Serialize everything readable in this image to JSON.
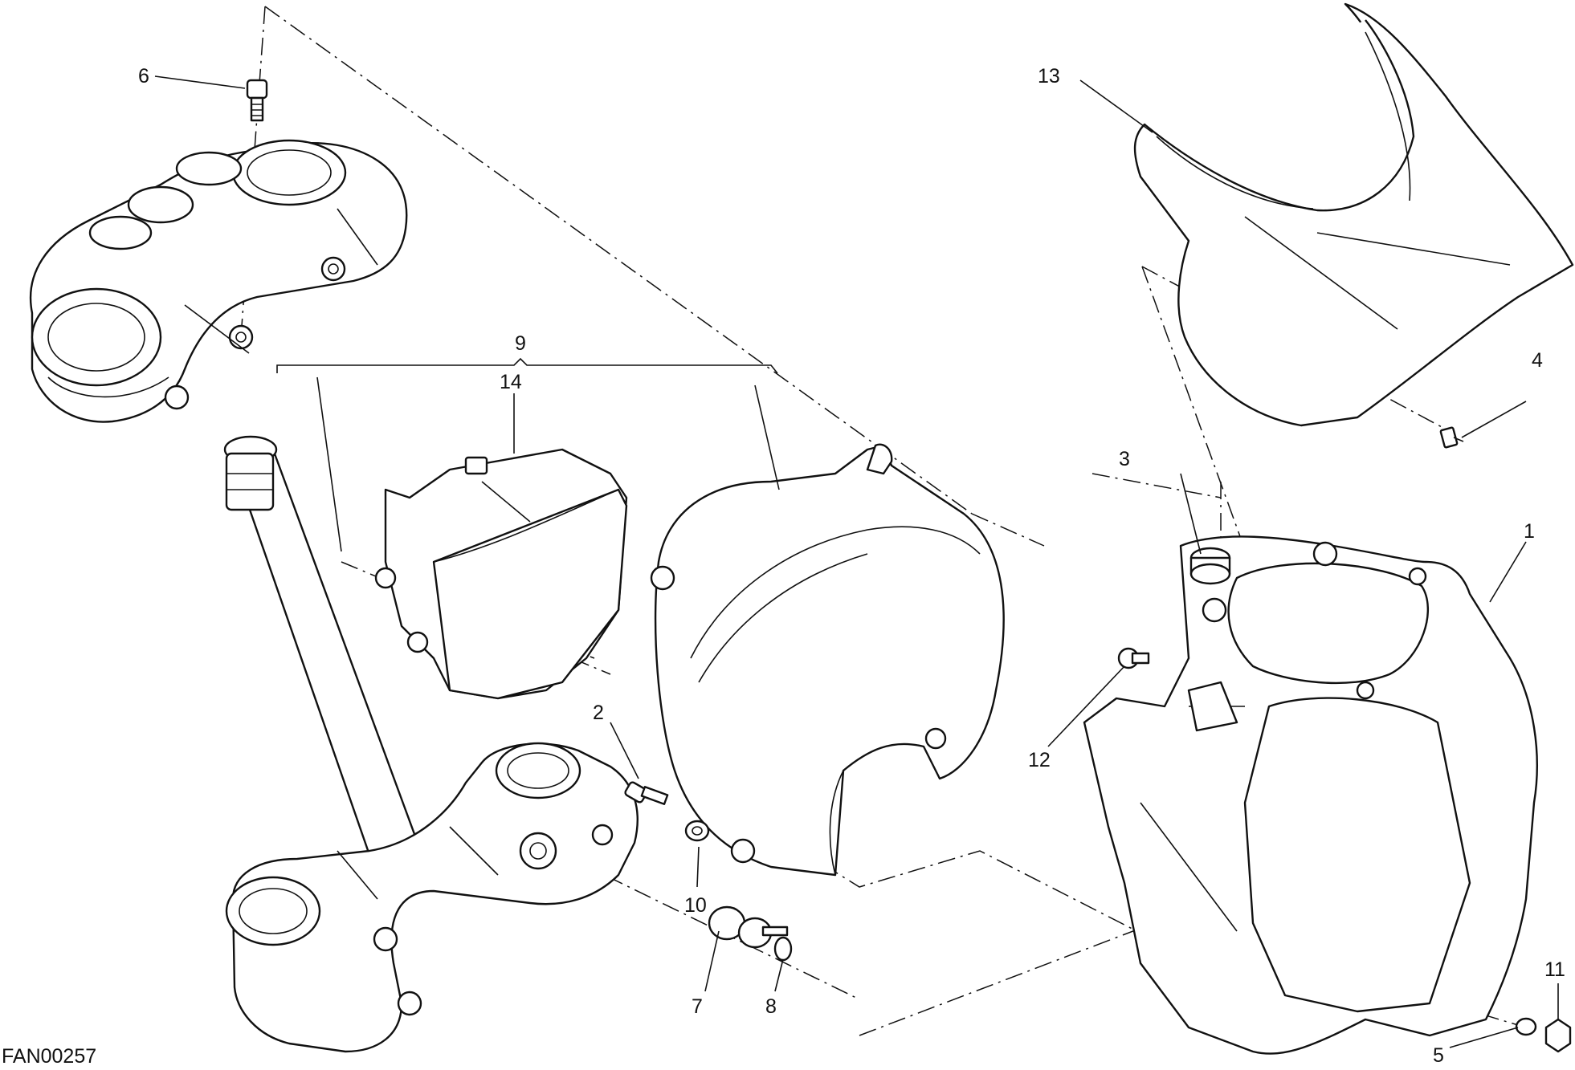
{
  "drawing": {
    "code": "FAN00257",
    "callouts": {
      "c1": "1",
      "c2": "2",
      "c3": "3",
      "c4": "4",
      "c5": "5",
      "c6": "6",
      "c7": "7",
      "c8": "8",
      "c9": "9",
      "c10": "10",
      "c11": "11",
      "c12": "12",
      "c13": "13",
      "c14": "14"
    }
  }
}
